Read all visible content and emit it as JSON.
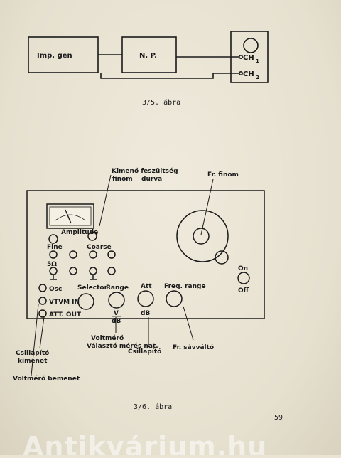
{
  "fig1": {
    "block_impgen": "Imp. gen",
    "block_np": "N. P.",
    "ch1": "CH",
    "ch1_sub": "1",
    "ch2": "CH",
    "ch2_sub": "2",
    "caption": "3/5. ábra"
  },
  "fig2": {
    "ann_kimeno": "Kimenő feszültség",
    "ann_finom": "finom",
    "ann_durva": "durva",
    "ann_fr_finom": "Fr. finom",
    "amplitude": "Amplitude",
    "fine": "Fine",
    "coarse": "Coarse",
    "ohm": "5Ω",
    "osc": "Osc",
    "vtvm_in": "VTVM IN",
    "att_out": "ATT. OUT",
    "selector": "Selector",
    "range": "Range",
    "range_v": "V",
    "range_db": "dB",
    "att": "Att",
    "att_db": "dB",
    "freq_range": "Freq. range",
    "on": "On",
    "off": "Off",
    "ann_voltmero": "Voltmérő",
    "ann_valaszto": "Választó mérés nat.",
    "ann_csillapito": "Csillapító",
    "ann_fr_savvalto": "Fr. sávváltó",
    "ann_csill_kimenet_1": "Csillapító",
    "ann_csill_kimenet_2": "kimenet",
    "ann_voltmero_bemenet": "Voltmérő bemenet",
    "caption": "3/6. ábra"
  },
  "page_number": "59",
  "watermark": "Antikvárium.hu"
}
